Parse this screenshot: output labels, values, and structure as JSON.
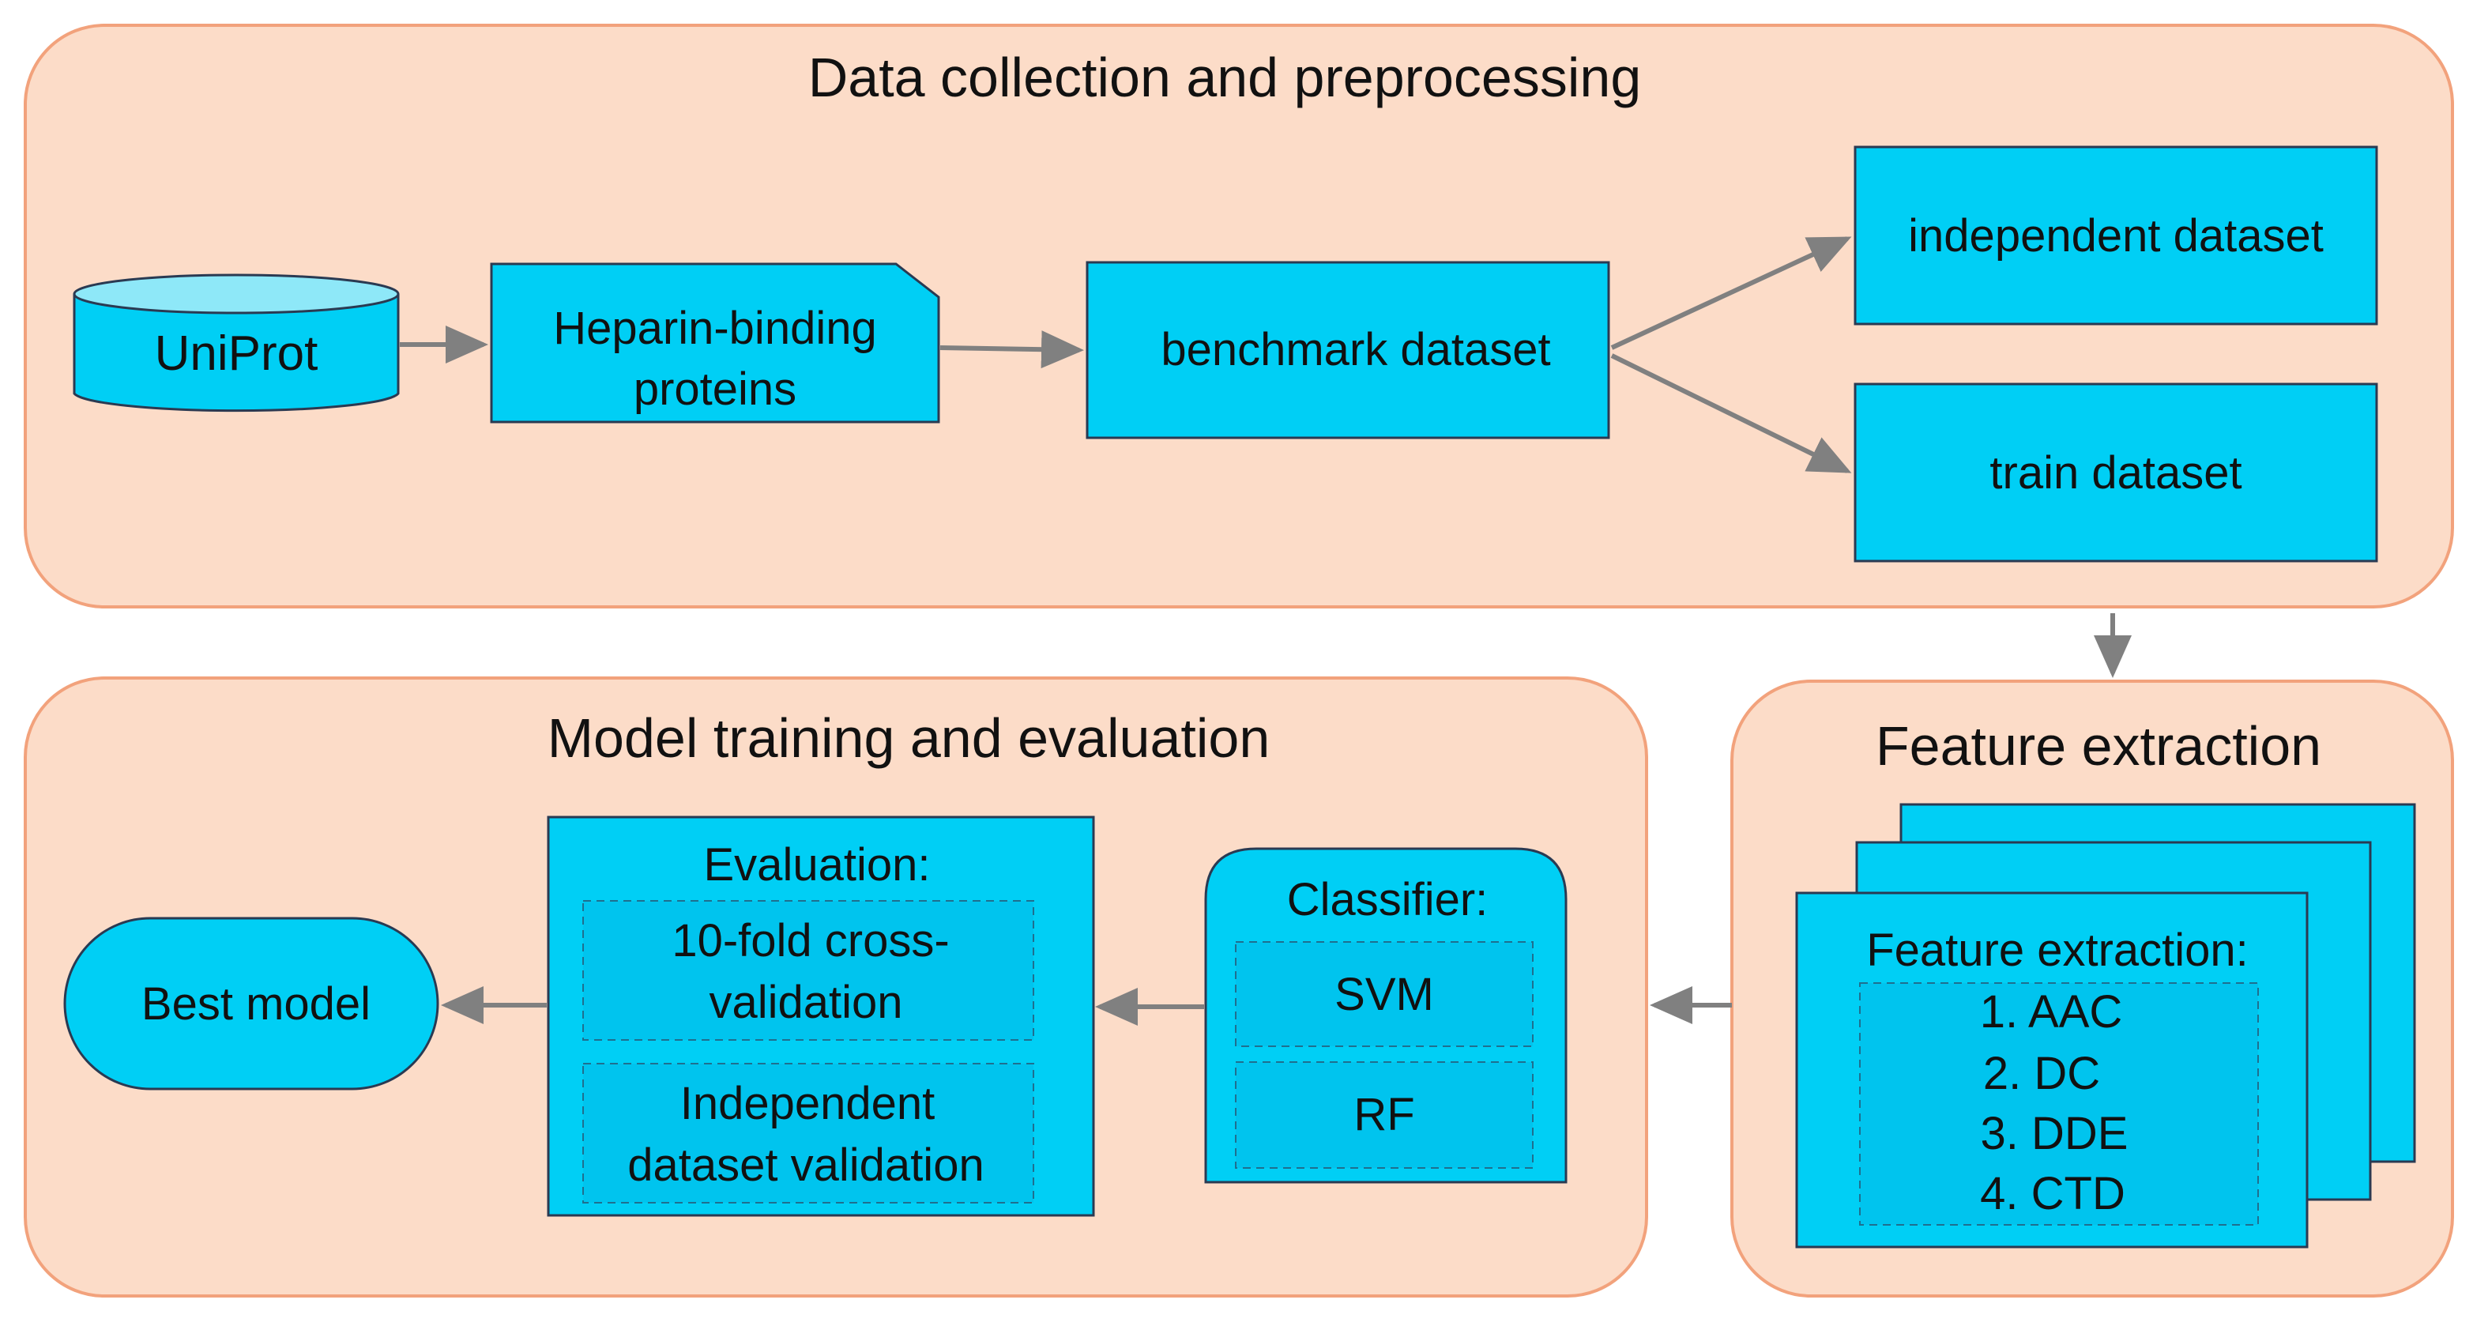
{
  "colors": {
    "panel_fill": "#fcdcc8",
    "panel_stroke": "#f2a27c",
    "box_fill": "#00cff5",
    "box_stroke": "#2a3a52",
    "arrow": "#808080"
  },
  "panels": {
    "data_collection": {
      "title": "Data collection and preprocessing"
    },
    "feature_extraction": {
      "title": "Feature extraction"
    },
    "model_training": {
      "title": "Model training and evaluation"
    }
  },
  "nodes": {
    "uniprot": {
      "label": "UniProt",
      "icon": "database-cylinder"
    },
    "heparin": {
      "line1": "Heparin-binding",
      "line2": "proteins",
      "icon": "document-folded-corner"
    },
    "benchmark": {
      "label": "benchmark dataset"
    },
    "independent": {
      "label": "independent dataset"
    },
    "train": {
      "label": "train dataset"
    },
    "features": {
      "title": "Feature extraction:",
      "items": [
        "1. AAC",
        "2. DC",
        "3. DDE",
        "4. CTD"
      ]
    },
    "classifier": {
      "title": "Classifier:",
      "items": [
        "SVM",
        "RF"
      ]
    },
    "evaluation": {
      "title": "Evaluation:",
      "item1": {
        "line1": "10-fold cross-",
        "line2": "validation"
      },
      "item2": {
        "line1": "Independent",
        "line2": "dataset validation"
      }
    },
    "best_model": {
      "label": "Best model"
    }
  }
}
